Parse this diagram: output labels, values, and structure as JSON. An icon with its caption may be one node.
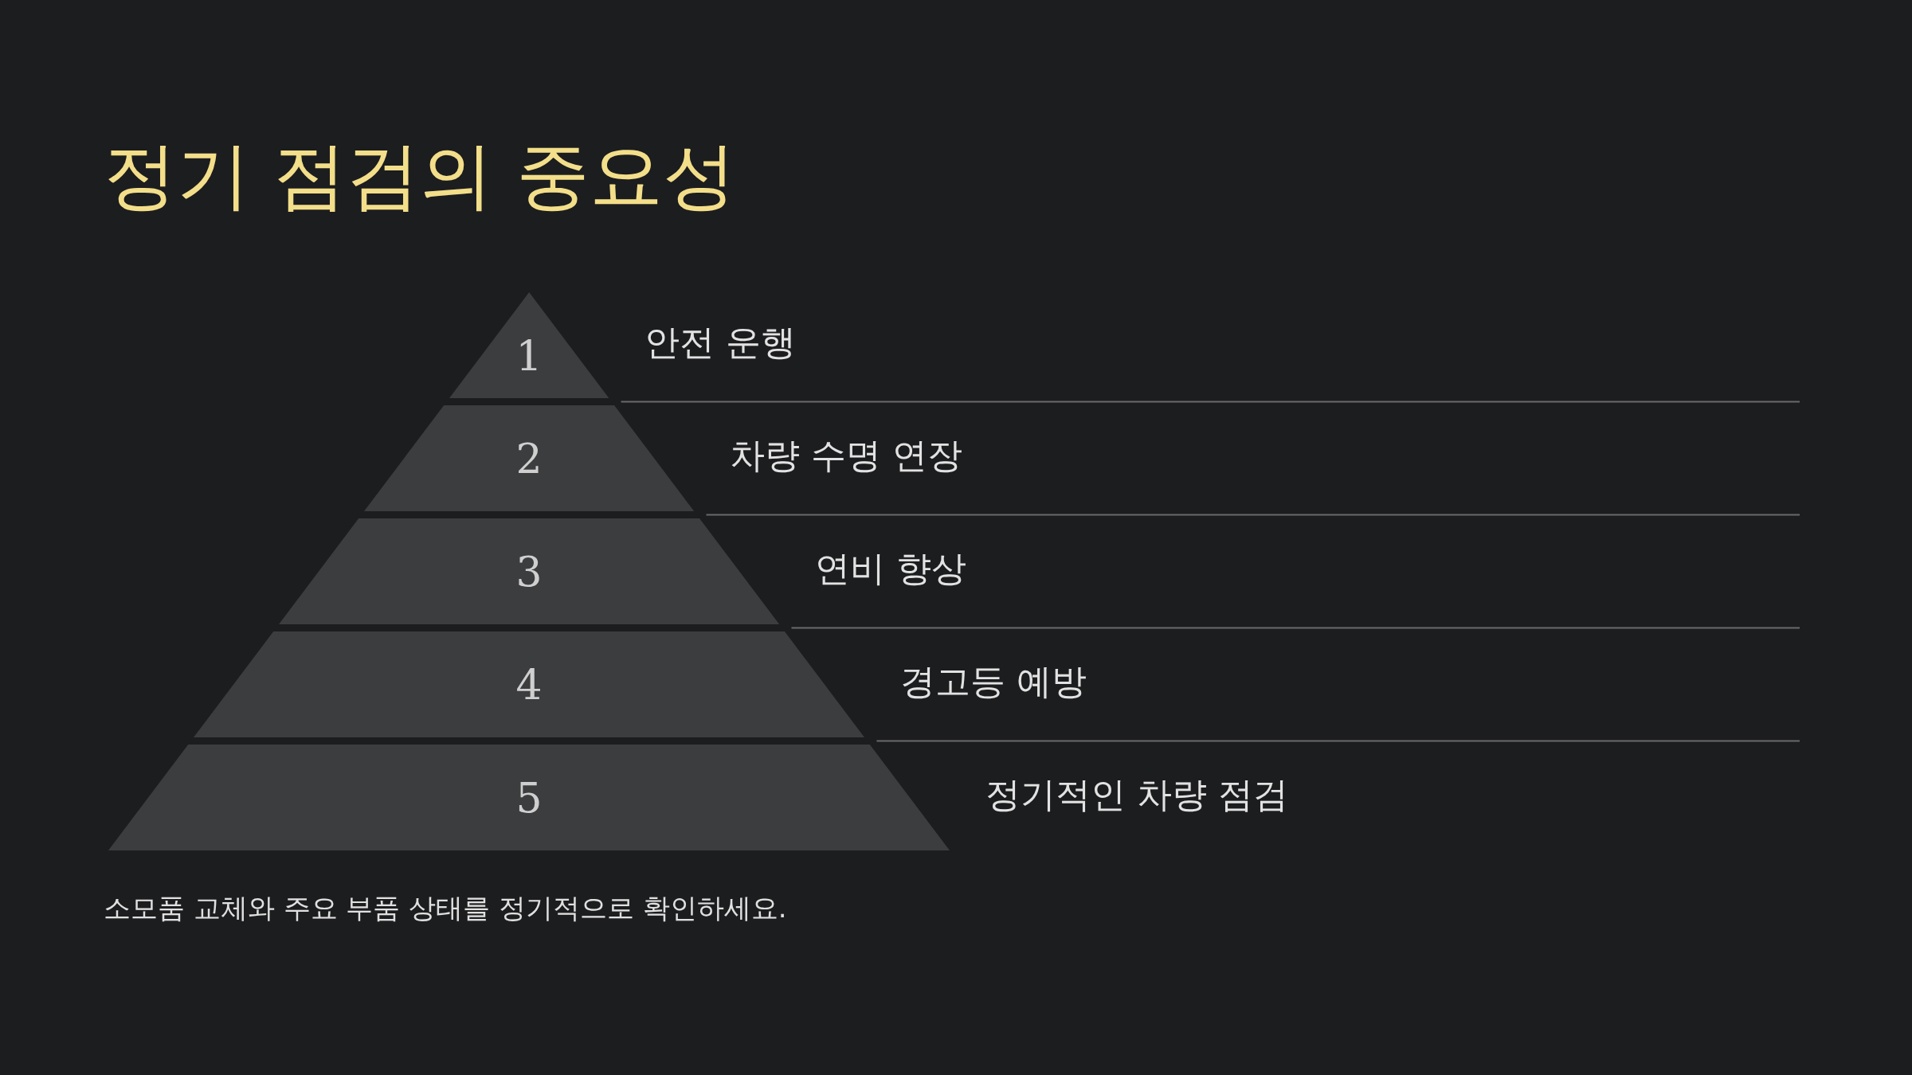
{
  "diagram": {
    "title": "정기 점검의 중요성",
    "nodes": [
      {
        "text": [
          "1"
        ],
        "beside": [
          "안전 운행"
        ]
      },
      {
        "text": [
          "2"
        ],
        "beside": [
          "차량 수명 연장"
        ]
      },
      {
        "text": [
          "3"
        ],
        "beside": [
          "연비 향상"
        ]
      },
      {
        "text": [
          "4"
        ],
        "beside": [
          "경고등 예방"
        ]
      },
      {
        "text": [
          "5"
        ],
        "beside": [
          "정기적인 차량 점검"
        ]
      }
    ],
    "labels": [
      "소모품 교체와 주요 부품 상태를 정기적으로 확인하세요."
    ]
  }
}
